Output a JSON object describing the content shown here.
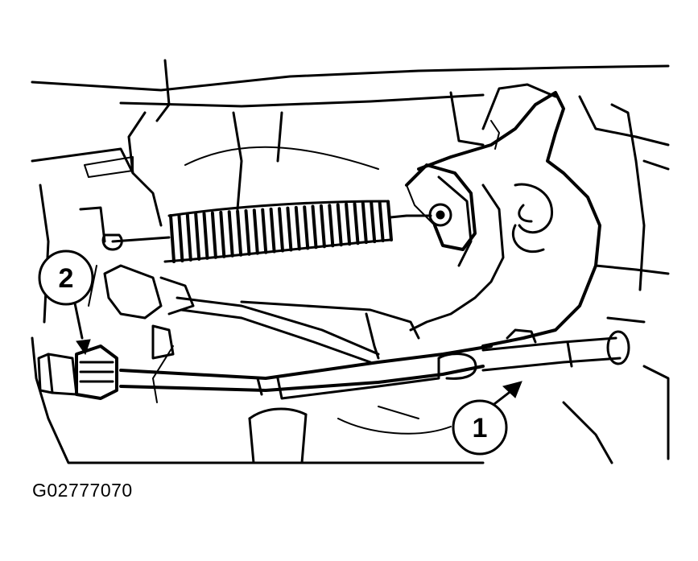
{
  "figure": {
    "id_label": "G02777070",
    "callouts": [
      {
        "number": "1"
      },
      {
        "number": "2"
      }
    ],
    "colors": {
      "ink": "#000000",
      "background": "#ffffff"
    }
  }
}
